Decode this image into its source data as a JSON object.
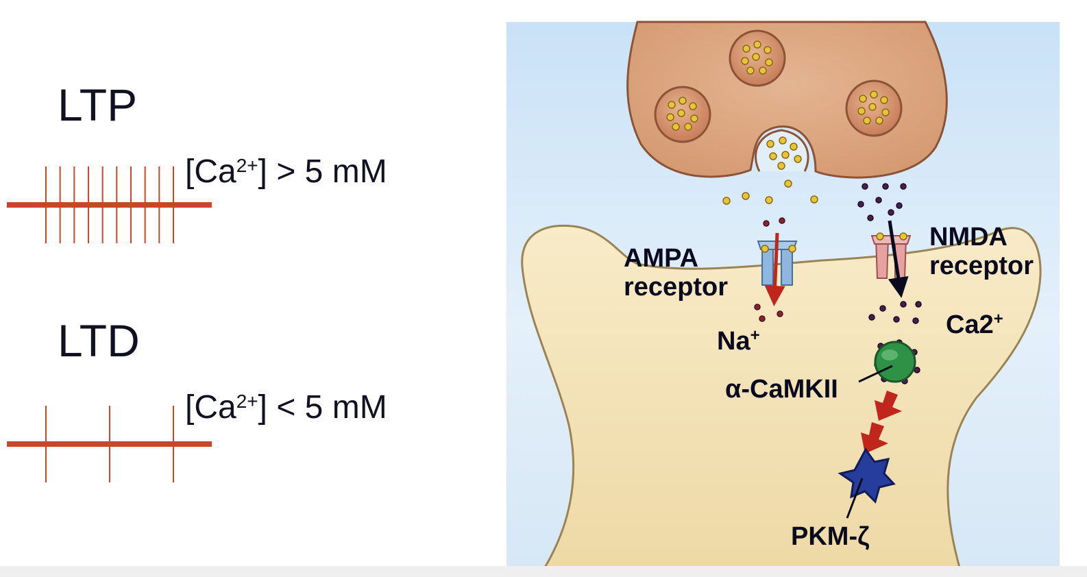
{
  "left_panel": {
    "ltp": {
      "title": "LTP",
      "condition": {
        "prefix": "[Ca",
        "sup": "2+",
        "suffix": "] > 5 mM"
      },
      "spike_count": 10
    },
    "ltd": {
      "title": "LTD",
      "condition": {
        "prefix": "[Ca",
        "sup": "2+",
        "suffix": "] < 5 mM"
      },
      "spike_count": 3
    }
  },
  "synapse": {
    "ampa": {
      "line1": "AMPA",
      "line2": "receptor"
    },
    "nmda": {
      "line1": "NMDA",
      "line2": "receptor"
    },
    "na": {
      "base": "Na",
      "sup": "+"
    },
    "ca": {
      "base": "Ca2",
      "sup": "+"
    },
    "camkii": "α-CaMKII",
    "pkm": "PKM-ζ"
  },
  "colors": {
    "spike_train": "#c8462c",
    "cleft_bg_top": "#cfe6f8",
    "presynaptic": "#dca27c",
    "postsynaptic": "#f3dfb2",
    "neurotransmitter": "#e7c53a",
    "calcium_ion": "#4a1f4f",
    "sodium_ion": "#8b2232",
    "ampa_channel": "#8eb6df",
    "nmda_channel": "#e6a1a1",
    "camkii": "#2f9146",
    "pkm": "#263d9c",
    "arrow_red": "#c0261c",
    "label_text": "#0a0a1e"
  }
}
